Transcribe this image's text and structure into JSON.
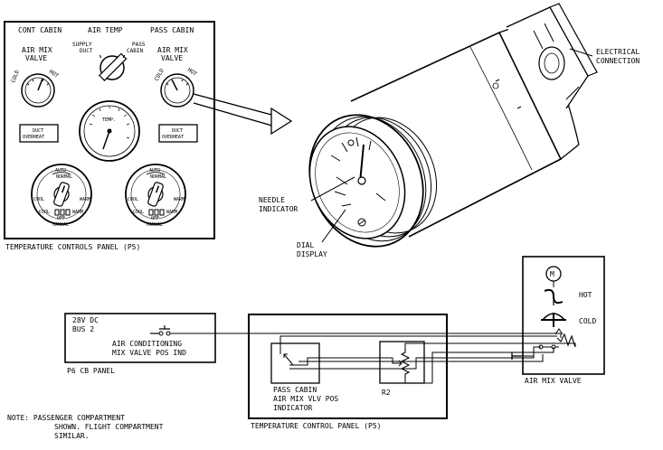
{
  "panel_p5": {
    "header_cont_cabin": "CONT CABIN",
    "header_air_temp": "AIR TEMP",
    "header_pass_cabin": "PASS CABIN",
    "left_valve_label_1": "AIR MIX",
    "left_valve_label_2": "VALVE",
    "right_valve_label_1": "AIR MIX",
    "right_valve_label_2": "VALVE",
    "cold": "COLD",
    "hot": "HOT",
    "supply_duct_1": "SUPPLY",
    "supply_duct_2": "DUCT",
    "pass_cabin_sel_1": "PASS",
    "pass_cabin_sel_2": "CABIN",
    "temp_gauge": "TEMP.",
    "duct_1": "DUCT",
    "overheat": "OVERHEAT",
    "auto": "AUTO",
    "normal": "NORMAL",
    "cool": "COOL",
    "warm": "WARM",
    "off": "OFF",
    "manual": "MANUAL",
    "caption": "TEMPERATURE CONTROLS PANEL (P5)"
  },
  "valve_detail": {
    "electrical_1": "ELECTRICAL",
    "electrical_2": "CONNECTION",
    "needle_1": "NEEDLE",
    "needle_2": "INDICATOR",
    "dial_1": "DIAL",
    "dial_2": "DISPLAY"
  },
  "schematic": {
    "bus_1": "28V DC",
    "bus_2": "BUS 2",
    "breaker_1": "AIR CONDITIONING",
    "breaker_2": "MIX VALVE POS IND",
    "p6_caption": "P6 CB PANEL",
    "ind_1": "PASS CABIN",
    "ind_2": "AIR MIX VLV POS",
    "ind_3": "INDICATOR",
    "r2": "R2",
    "tcp_caption": "TEMPERATURE CONTROL PANEL (P5)",
    "motor": "M",
    "hot": "HOT",
    "cold": "COLD",
    "amv_caption": "AIR MIX VALVE"
  },
  "note": {
    "line1": "NOTE:  PASSENGER COMPARTMENT",
    "line2": "SHOWN. FLIGHT COMPARTMENT",
    "line3": "SIMILAR."
  }
}
